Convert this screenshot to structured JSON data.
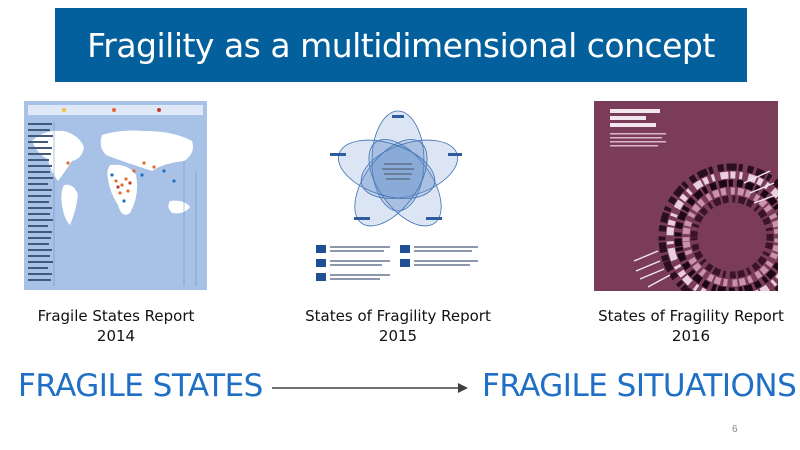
{
  "slide": {
    "title": "Fragility as a multidimensional concept",
    "page_number": "6"
  },
  "reports": [
    {
      "line1": "Fragile States Report",
      "line2": "2014"
    },
    {
      "line1": "States of Fragility Report",
      "line2": "2015"
    },
    {
      "line1": "States of Fragility Report",
      "line2": "2016"
    }
  ],
  "transition": {
    "from": "FRAGILE STATES",
    "to": "FRAGILE SITUATIONS"
  },
  "colors": {
    "title_bar": "#04609c",
    "label_text": "#1f6fc4",
    "map_bg": "#a8c1e6",
    "cover_2016_bg": "#7b3c5a"
  }
}
